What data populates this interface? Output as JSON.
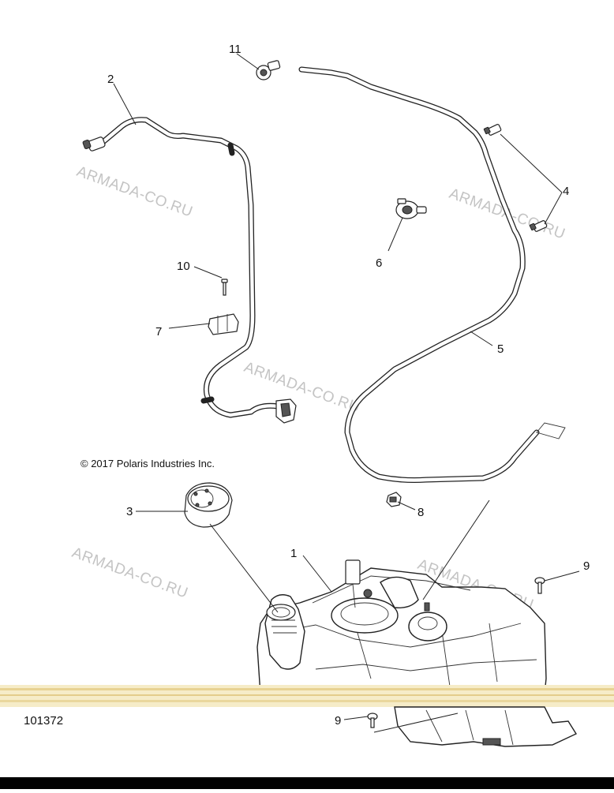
{
  "diagram": {
    "callouts": {
      "c1": "1",
      "c2": "2",
      "c3": "3",
      "c4": "4",
      "c5": "5",
      "c6": "6",
      "c7": "7",
      "c8": "8",
      "c9a": "9",
      "c9b": "9",
      "c10": "10",
      "c11": "11"
    },
    "watermark": "ARMADA-CO.RU",
    "copyright": "© 2017 Polaris Industries Inc.",
    "document_number": "101372"
  }
}
